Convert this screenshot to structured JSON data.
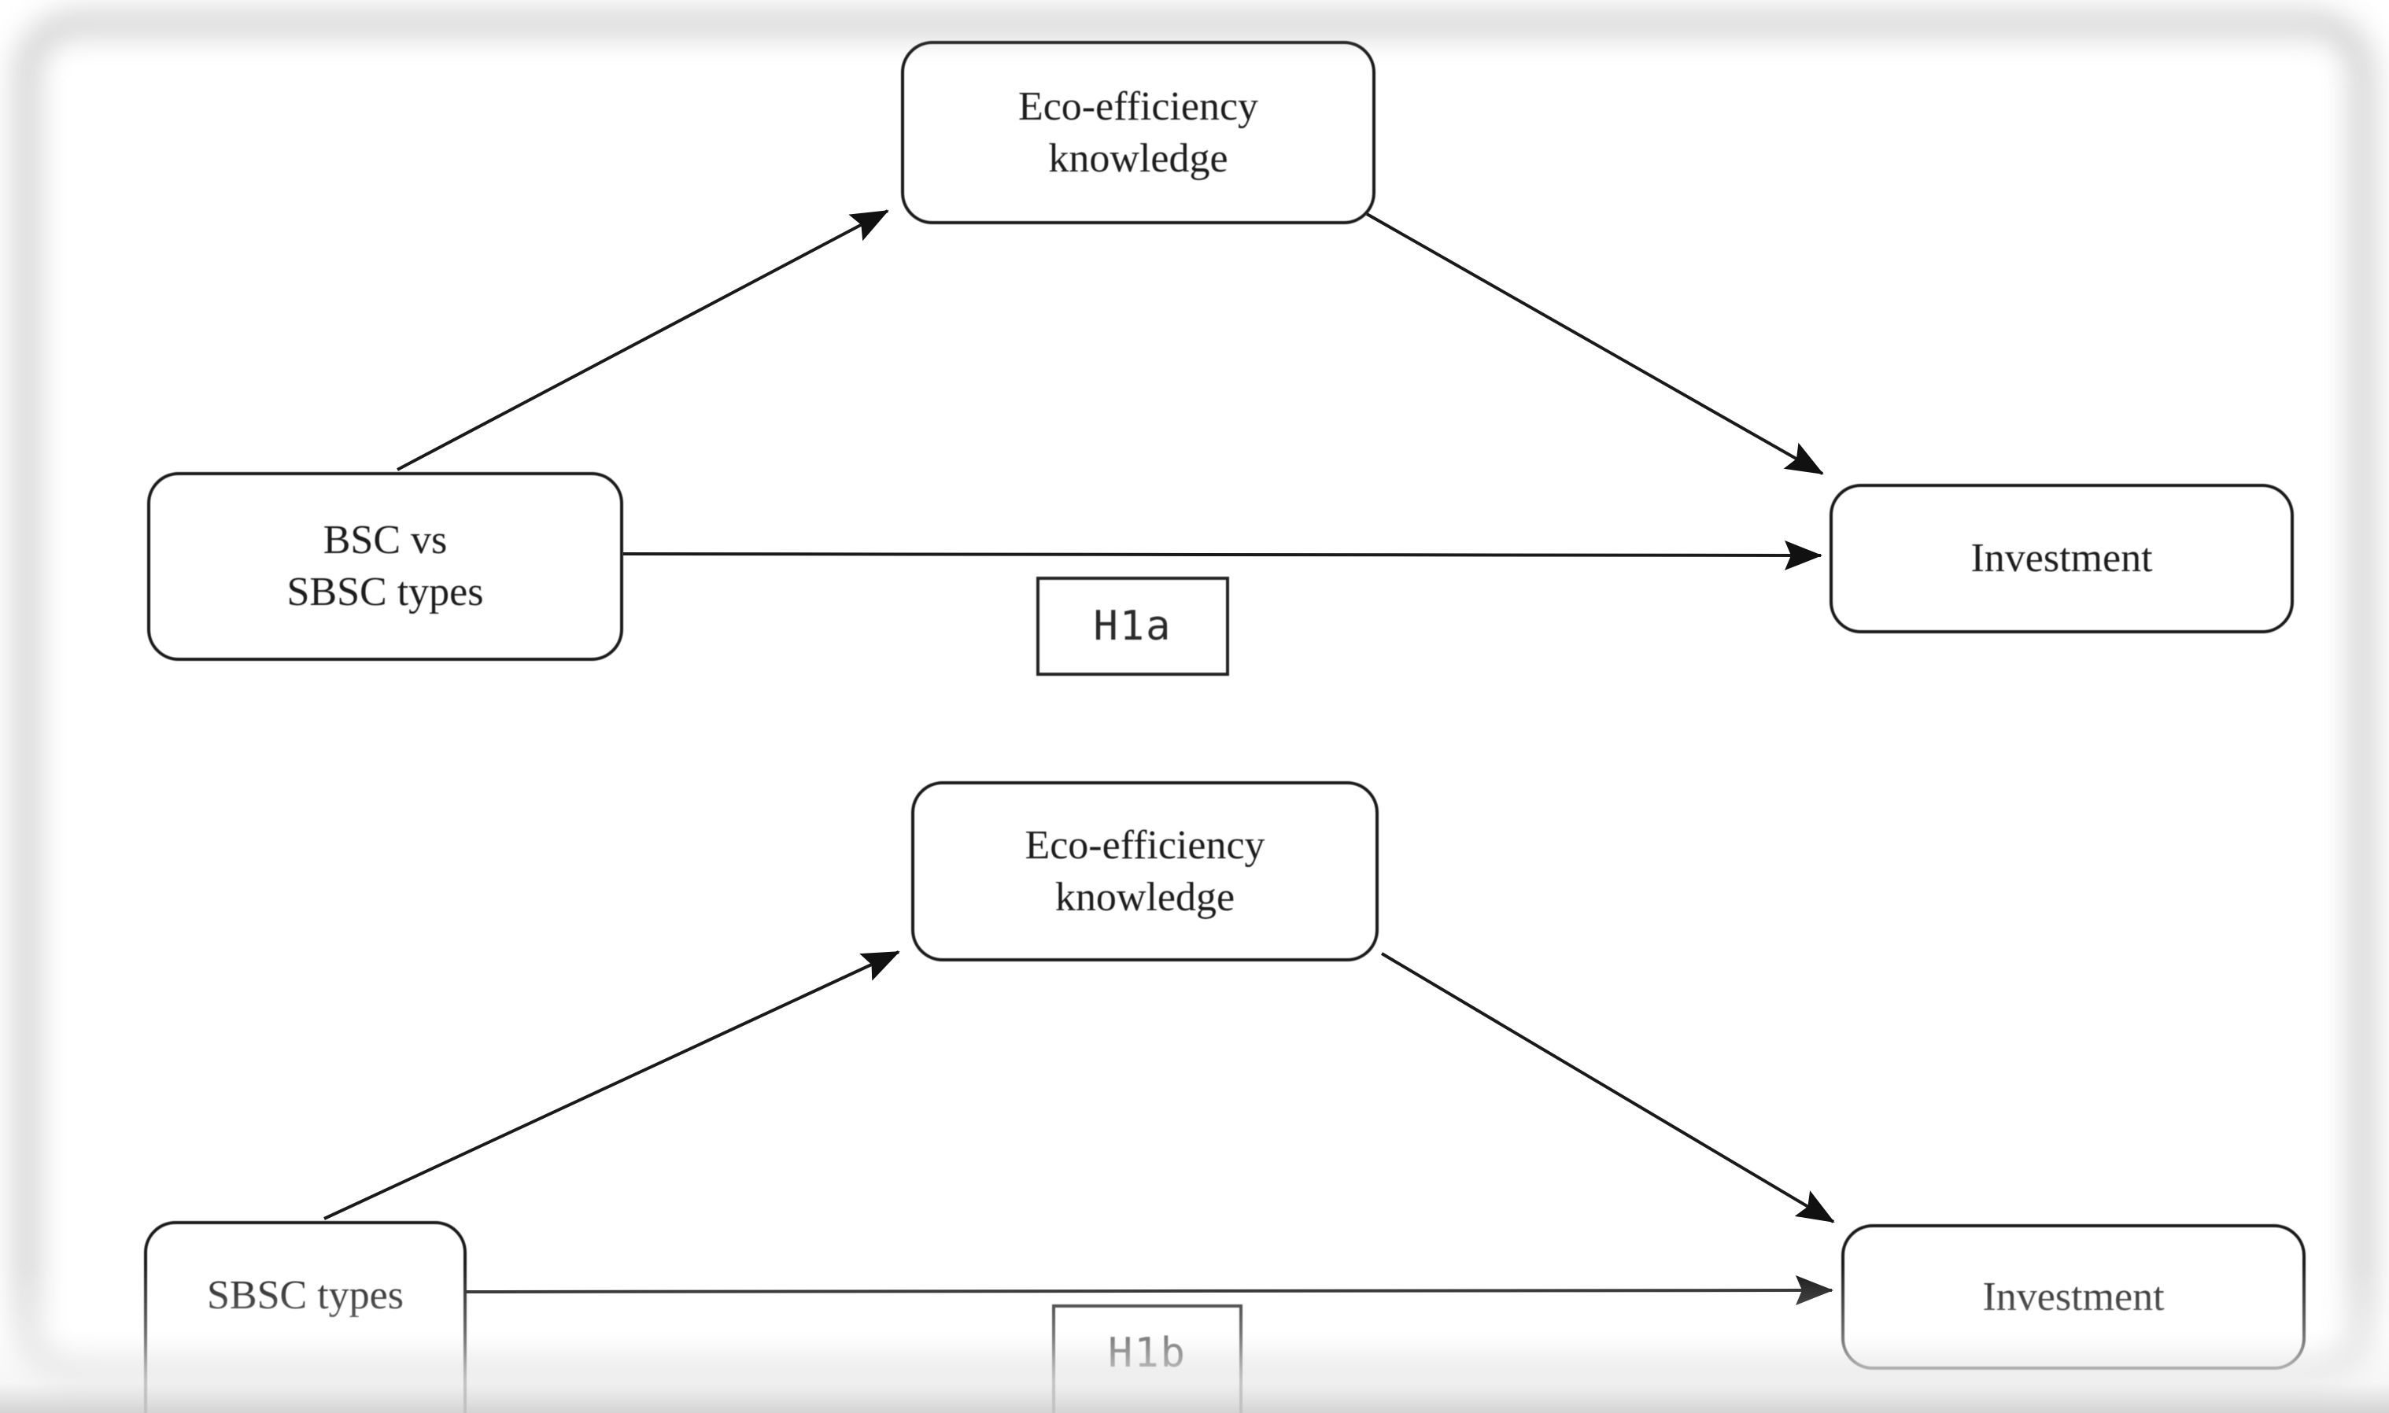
{
  "figure": {
    "type": "mediation-diagram",
    "background_color": "#ffffff",
    "line_color": "#1a1a1a",
    "frame_color": "#8f8f8f"
  },
  "models": [
    {
      "position": "top",
      "predictor_line1": "BSC vs",
      "predictor_line2": "SBSC types",
      "mediator_line1": "Eco-efficiency",
      "mediator_line2": "knowledge",
      "outcome": "Investment",
      "hypothesis_label": "H1a",
      "paths": [
        "predictor -> mediator",
        "mediator -> outcome",
        "predictor -> outcome (direct, labeled H1a)"
      ]
    },
    {
      "position": "bottom",
      "predictor_line1": "SBSC types",
      "mediator_line1": "Eco-efficiency",
      "mediator_line2": "knowledge",
      "outcome": "Investment",
      "hypothesis_label": "H1b",
      "paths": [
        "predictor -> mediator",
        "mediator -> outcome",
        "predictor -> outcome (direct, labeled H1b)"
      ]
    }
  ]
}
